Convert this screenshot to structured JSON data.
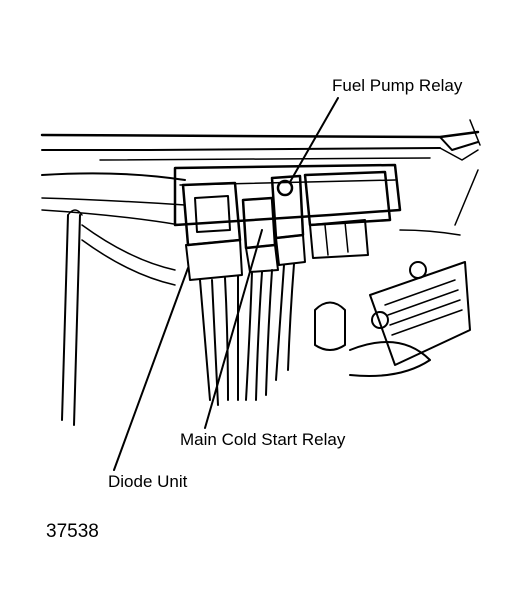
{
  "labels": {
    "fuel_pump_relay": "Fuel Pump Relay",
    "main_cold_start_relay": "Main Cold Start Relay",
    "diode_unit": "Diode Unit"
  },
  "figure_number": "37538",
  "colors": {
    "ink": "#000000",
    "background": "#ffffff"
  }
}
